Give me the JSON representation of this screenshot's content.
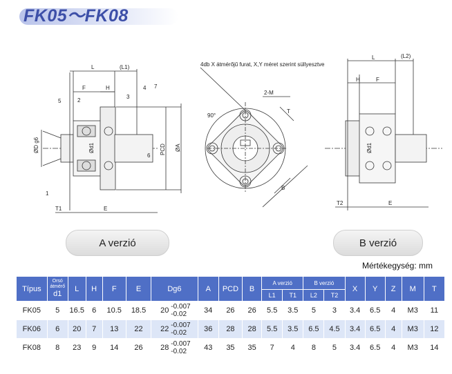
{
  "title": "FK05～FK08",
  "drawing": {
    "note": "4db X átmérőjű furat, X,Y méret szerint süllyesztve",
    "labels_a": [
      "L",
      "(L1)",
      "F",
      "H",
      "ØD g6",
      "Ød1",
      "PCD",
      "ØA",
      "T1",
      "E",
      "1",
      "2",
      "3",
      "4",
      "5",
      "6",
      "7"
    ],
    "labels_mid": [
      "90°",
      "2-M",
      "T",
      "B"
    ],
    "labels_b": [
      "L",
      "(L2)",
      "H",
      "F",
      "Ød1",
      "T2",
      "E"
    ]
  },
  "versions": {
    "a": "A verzió",
    "b": "B verzió"
  },
  "unit_note": "Mértékegység: mm",
  "table": {
    "headers": {
      "type": "Típus",
      "shaft_top": "Orsó",
      "shaft_mid": "átmérő",
      "shaft_bot": "d1",
      "L": "L",
      "H": "H",
      "F": "F",
      "E": "E",
      "Dg6": "Dg6",
      "A": "A",
      "PCD": "PCD",
      "B": "B",
      "a_version": "A verzió",
      "L1": "L1",
      "T1": "T1",
      "b_version": "B verzió",
      "L2": "L2",
      "T2": "T2",
      "X": "X",
      "Y": "Y",
      "Z": "Z",
      "M": "M",
      "T": "T"
    },
    "rows": [
      {
        "type": "FK05",
        "d1": "5",
        "L": "16.5",
        "H": "6",
        "F": "10.5",
        "E": "18.5",
        "D": "20",
        "tol_up": "-0.007",
        "tol_low": "-0.02",
        "A": "34",
        "PCD": "26",
        "B": "26",
        "L1": "5.5",
        "T1": "3.5",
        "L2": "5",
        "T2": "3",
        "X": "3.4",
        "Y": "6.5",
        "Z": "4",
        "M": "M3",
        "T": "11"
      },
      {
        "type": "FK06",
        "d1": "6",
        "L": "20",
        "H": "7",
        "F": "13",
        "E": "22",
        "D": "22",
        "tol_up": "-0.007",
        "tol_low": "-0.02",
        "A": "36",
        "PCD": "28",
        "B": "28",
        "L1": "5.5",
        "T1": "3.5",
        "L2": "6.5",
        "T2": "4.5",
        "X": "3.4",
        "Y": "6.5",
        "Z": "4",
        "M": "M3",
        "T": "12"
      },
      {
        "type": "FK08",
        "d1": "8",
        "L": "23",
        "H": "9",
        "F": "14",
        "E": "26",
        "D": "28",
        "tol_up": "-0.007",
        "tol_low": "-0.02",
        "A": "43",
        "PCD": "35",
        "B": "35",
        "L1": "7",
        "T1": "4",
        "L2": "8",
        "T2": "5",
        "X": "3.4",
        "Y": "6.5",
        "Z": "4",
        "M": "M3",
        "T": "14"
      }
    ]
  },
  "colors": {
    "header": "#4f6fc6",
    "row_alt": "#dde6f7",
    "title": "#3d4fa8"
  }
}
